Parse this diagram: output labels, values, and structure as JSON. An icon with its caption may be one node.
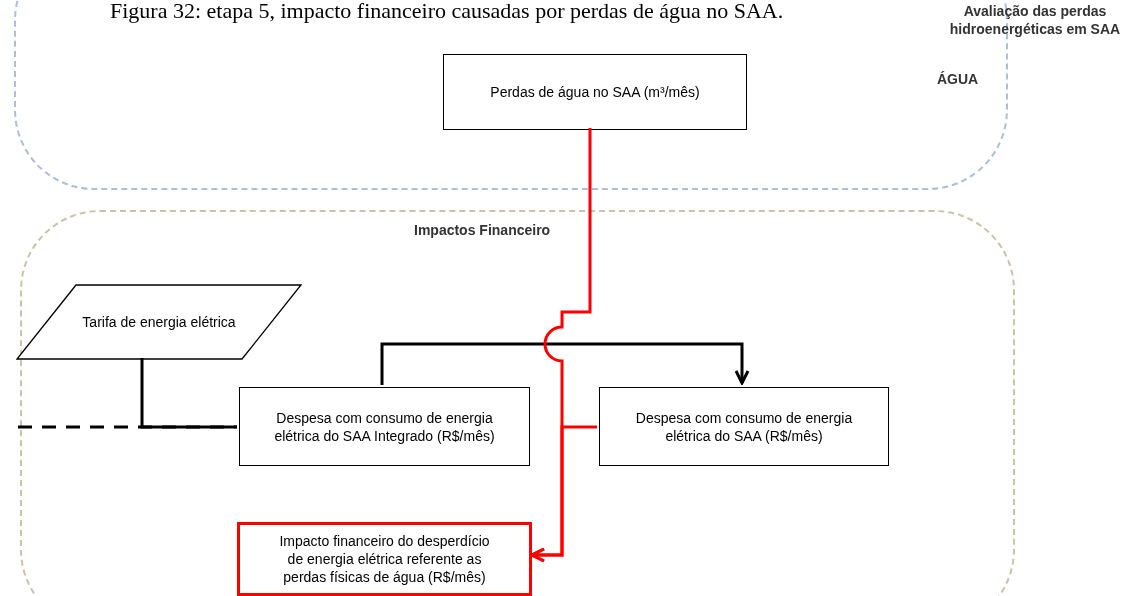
{
  "diagram": {
    "title": "Figura 32: etapa 5, impacto financeiro causadas por perdas de água no SAA.",
    "nodes": [
      {
        "text": [
          "Avaliação das perdas hidroenergéticas em SAA",
          "ÁGUA"
        ]
      },
      {
        "text": [
          "Perdas de água no SAA (m³/mês)"
        ],
        "in": 0
      },
      {
        "text": [
          "Impactos Financeiro"
        ]
      },
      {
        "text": [
          "Tarifa de energia elétrica"
        ],
        "in": 2
      },
      {
        "text": [
          "Despesa com consumo de energia elétrica do SAA Integrado (R$/mês)"
        ],
        "in": 2
      },
      {
        "text": [
          "Despesa com consumo de energia elétrica do SAA (R$/mês)"
        ],
        "in": 2
      },
      {
        "text": [
          "Impacto financeiro do desperdício de energia elétrica referente as perdas físicas de água (R$/mês)"
        ],
        "in": 2
      }
    ],
    "edges": [
      {
        "from": null,
        "to": 4,
        "arrow": "none",
        "style": "dashed"
      },
      {
        "from": 3,
        "to": 4,
        "arrow": "none"
      },
      {
        "from": 4,
        "to": 5,
        "arrow": "to"
      },
      {
        "from": 1,
        "to": 6,
        "arrow": "to",
        "color": "#ff0000"
      },
      {
        "from": 5,
        "to": 6,
        "arrow": "to",
        "color": "#ff0000"
      }
    ]
  }
}
